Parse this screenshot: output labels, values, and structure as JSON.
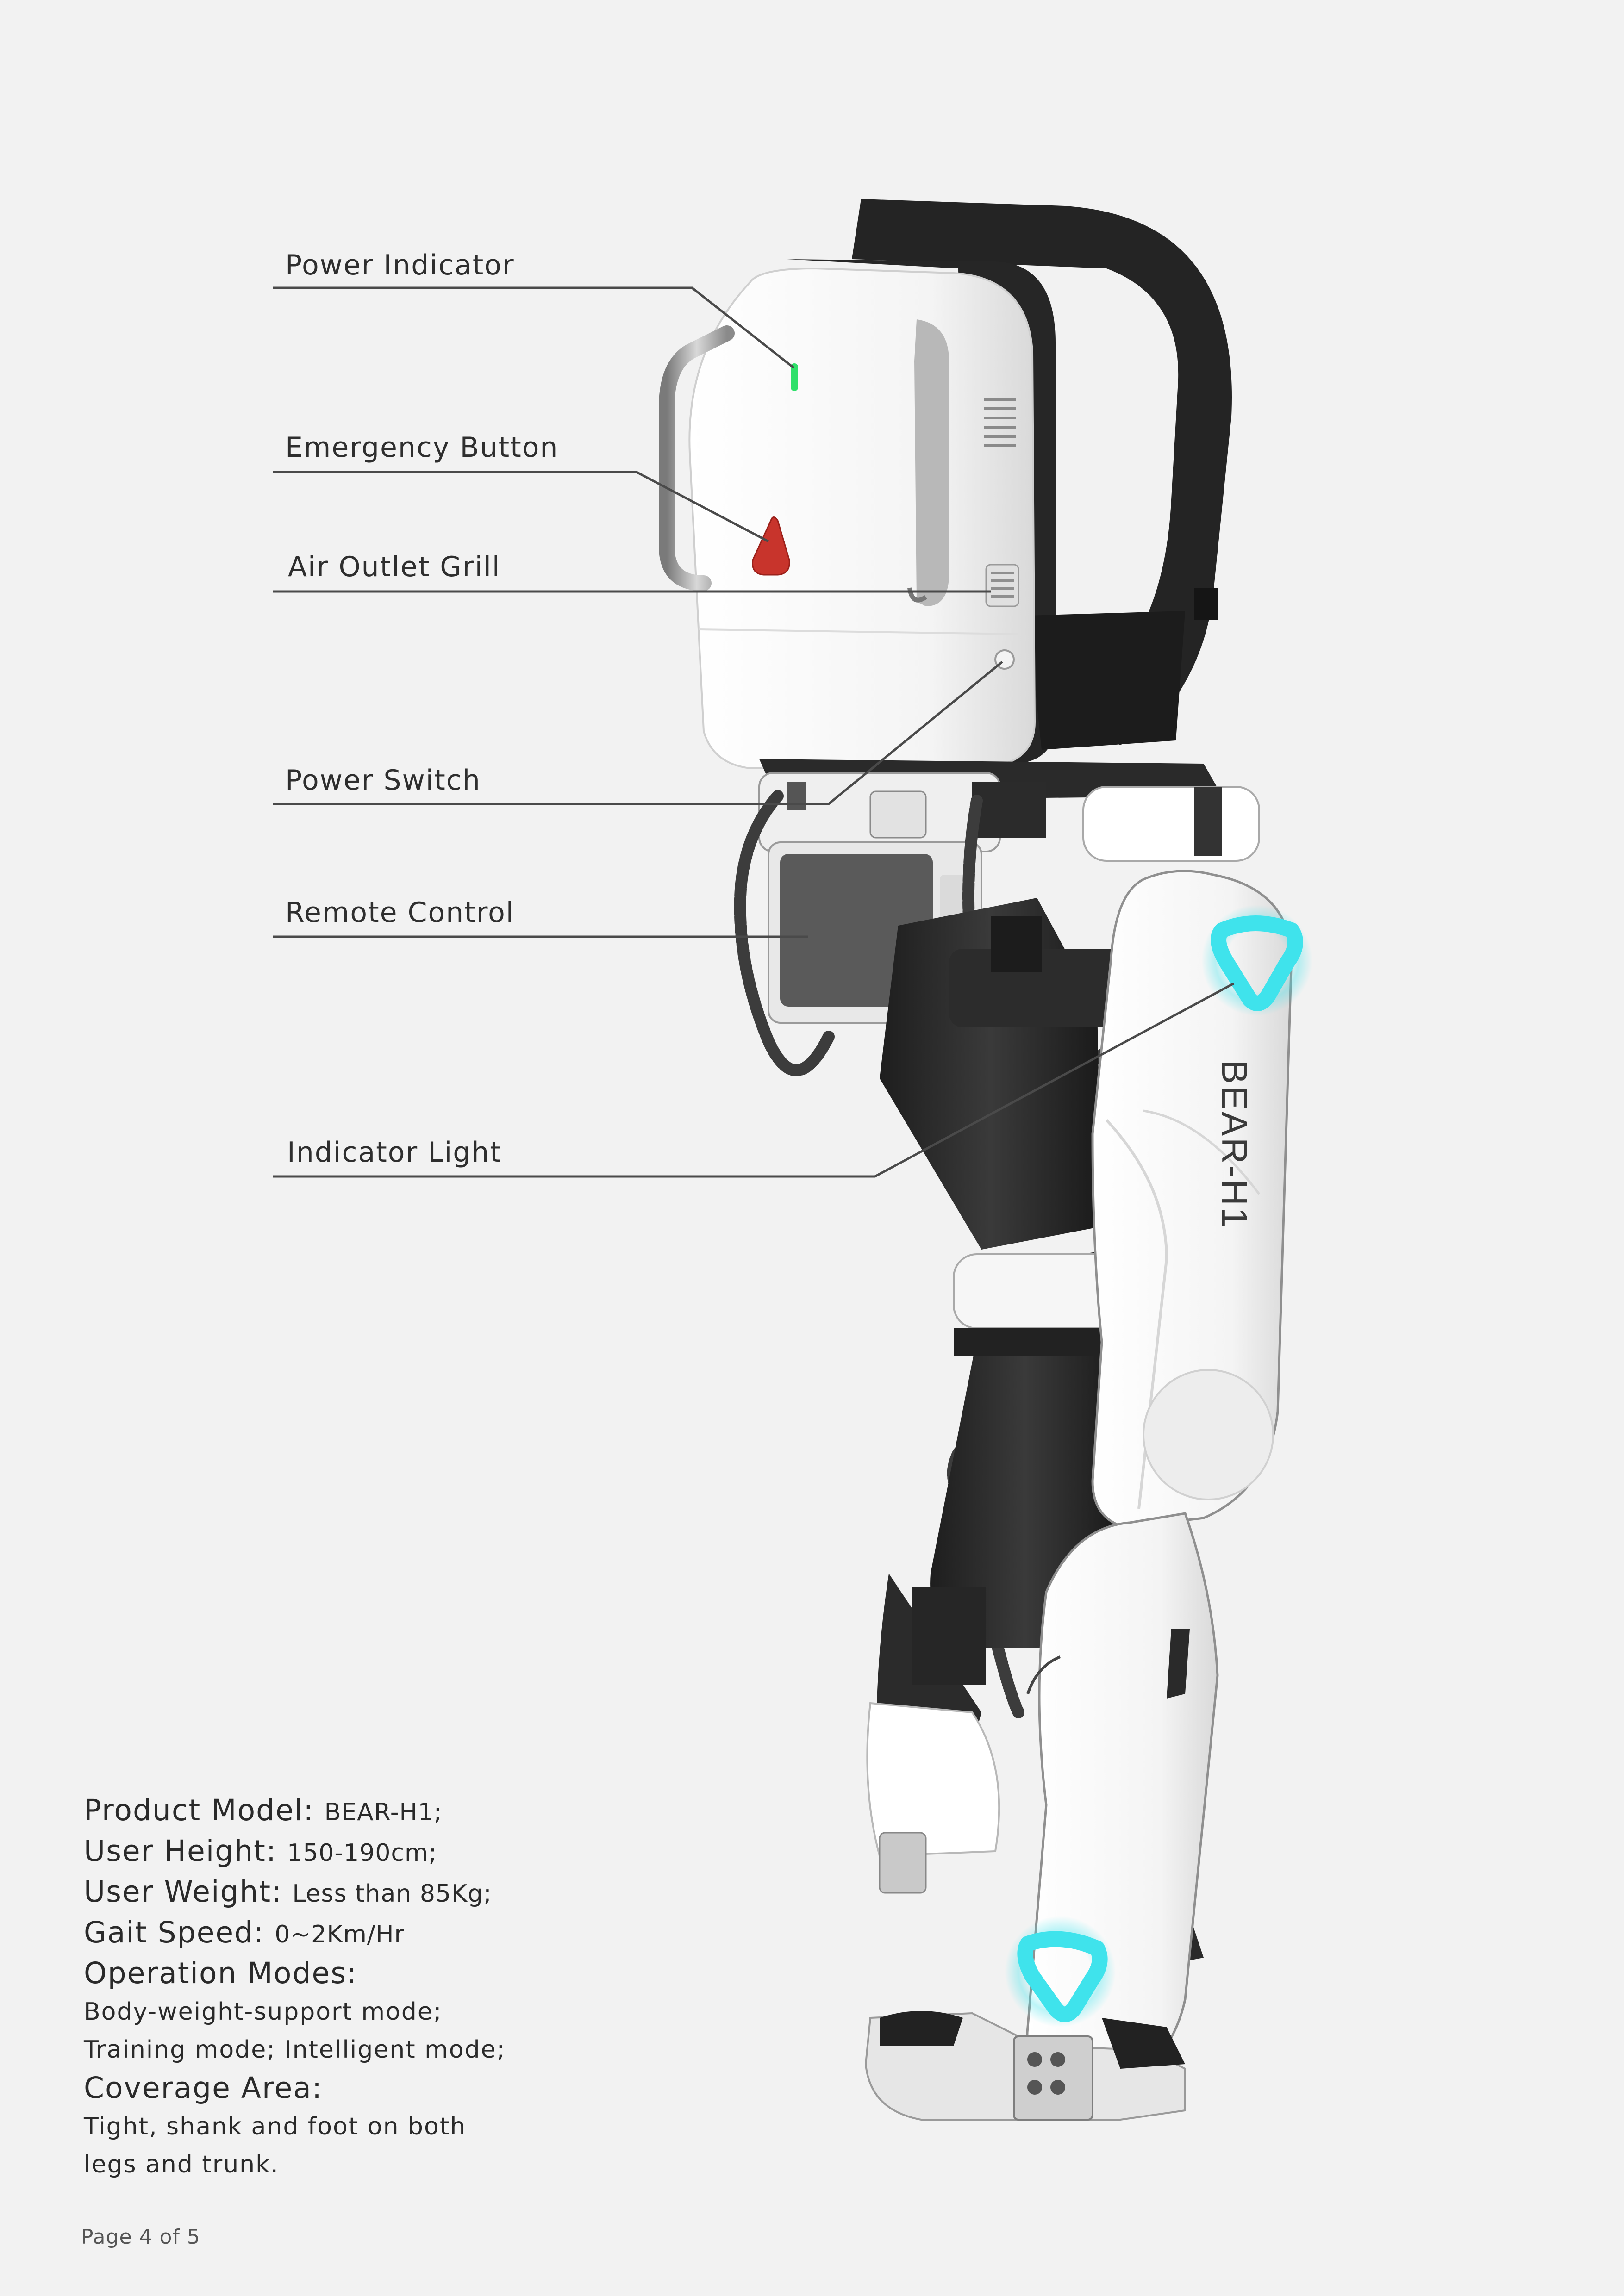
{
  "callouts": [
    {
      "id": "power-indicator",
      "label": "Power Indicator"
    },
    {
      "id": "emergency-button",
      "label": "Emergency Button"
    },
    {
      "id": "air-outlet-grill",
      "label": "Air Outlet Grill"
    },
    {
      "id": "power-switch",
      "label": "Power Switch"
    },
    {
      "id": "remote-control",
      "label": "Remote Control"
    },
    {
      "id": "indicator-light",
      "label": "Indicator Light"
    }
  ],
  "device": {
    "brand_text": "BEAR-H1",
    "colors": {
      "shell": "#ffffff",
      "frame": "#2a2a2a",
      "indicator_glow": "#3fe3ec",
      "power_led": "#2fe06a",
      "emergency": "#c8342c"
    }
  },
  "specs": {
    "product_model": {
      "key": "Product Model:",
      "value": "BEAR-H1;"
    },
    "user_height": {
      "key": "User Height:",
      "value": "150-190cm;"
    },
    "user_weight": {
      "key": "User Weight:",
      "value": "Less than 85Kg;"
    },
    "gait_speed": {
      "key": "Gait Speed:",
      "value": "0~2Km/Hr"
    },
    "operation_modes": {
      "key": "Operation Modes:",
      "lines": [
        "Body-weight-support mode;",
        "Training mode; Intelligent mode;"
      ]
    },
    "coverage_area": {
      "key": "Coverage Area:",
      "lines": [
        "Tight, shank and foot on both",
        "legs and trunk."
      ]
    }
  },
  "footer": {
    "page": "Page 4 of 5"
  }
}
